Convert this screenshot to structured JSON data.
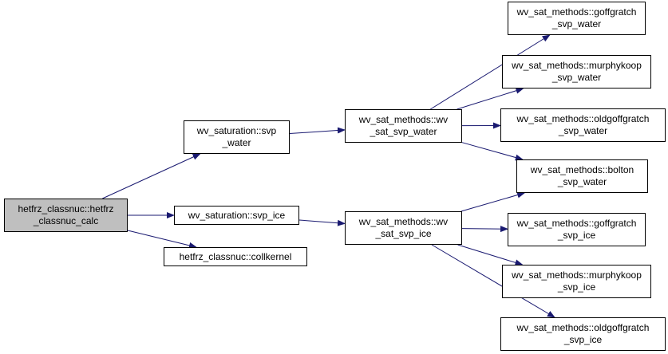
{
  "colors": {
    "edge": "#191970",
    "root_fill": "#bfbfbf",
    "node_border": "#000000"
  },
  "nodes": {
    "root": [
      "hetfrz_classnuc::hetfrz",
      "_classnuc_calc"
    ],
    "svp_water": [
      "wv_saturation::svp",
      "_water"
    ],
    "svp_ice": [
      "wv_saturation::svp_ice"
    ],
    "collkernel": [
      "hetfrz_classnuc::collkernel"
    ],
    "wsat_water": [
      "wv_sat_methods::wv",
      "_sat_svp_water"
    ],
    "wsat_ice": [
      "wv_sat_methods::wv",
      "_sat_svp_ice"
    ],
    "goff_water": [
      "wv_sat_methods::goffgratch",
      "_svp_water"
    ],
    "murphy_water": [
      "wv_sat_methods::murphykoop",
      "_svp_water"
    ],
    "oldgoff_water": [
      "wv_sat_methods::oldgoffgratch",
      "_svp_water"
    ],
    "bolton_water": [
      "wv_sat_methods::bolton",
      "_svp_water"
    ],
    "goff_ice": [
      "wv_sat_methods::goffgratch",
      "_svp_ice"
    ],
    "murphy_ice": [
      "wv_sat_methods::murphykoop",
      "_svp_ice"
    ],
    "oldgoff_ice": [
      "wv_sat_methods::oldgoffgratch",
      "_svp_ice"
    ]
  },
  "edges": [
    [
      "root",
      "svp_water"
    ],
    [
      "root",
      "svp_ice"
    ],
    [
      "root",
      "collkernel"
    ],
    [
      "svp_water",
      "wsat_water"
    ],
    [
      "svp_ice",
      "wsat_ice"
    ],
    [
      "wsat_water",
      "goff_water"
    ],
    [
      "wsat_water",
      "murphy_water"
    ],
    [
      "wsat_water",
      "oldgoff_water"
    ],
    [
      "wsat_water",
      "bolton_water"
    ],
    [
      "wsat_ice",
      "bolton_water"
    ],
    [
      "wsat_ice",
      "goff_ice"
    ],
    [
      "wsat_ice",
      "murphy_ice"
    ],
    [
      "wsat_ice",
      "oldgoff_ice"
    ]
  ]
}
